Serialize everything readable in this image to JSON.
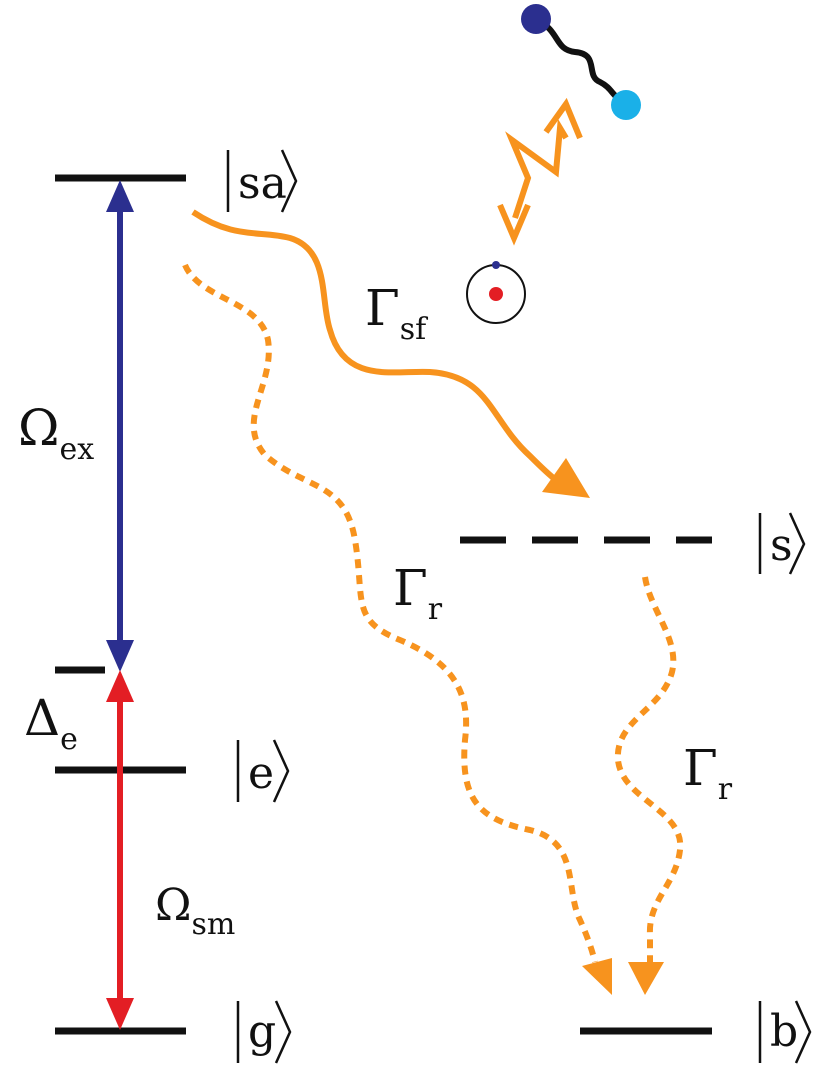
{
  "colors": {
    "level": "#111111",
    "excite_arrow": "#2b2f8f",
    "drive_arrow": "#e31e24",
    "decay": "#f7931e",
    "molecule_dark": "#2b2f8f",
    "molecule_light": "#1ab0e8",
    "atom_nucleus": "#e31e24"
  },
  "states": {
    "sa": "sa",
    "s": "s",
    "e": "e",
    "g": "g",
    "b": "b"
  },
  "labels": {
    "omega_ex": {
      "symbol": "Ω",
      "sub": "ex"
    },
    "delta_e": {
      "symbol": "Δ",
      "sub": "e"
    },
    "omega_sm": {
      "symbol": "Ω",
      "sub": "sm"
    },
    "gamma_sf": {
      "symbol": "Γ",
      "sub": "sf"
    },
    "gamma_r1": {
      "symbol": "Γ",
      "sub": "r"
    },
    "gamma_r2": {
      "symbol": "Γ",
      "sub": "r"
    }
  },
  "icons": {
    "molecule": "molecule-icon",
    "atom": "atom-icon",
    "interaction": "zigzag-double-arrow-icon"
  }
}
